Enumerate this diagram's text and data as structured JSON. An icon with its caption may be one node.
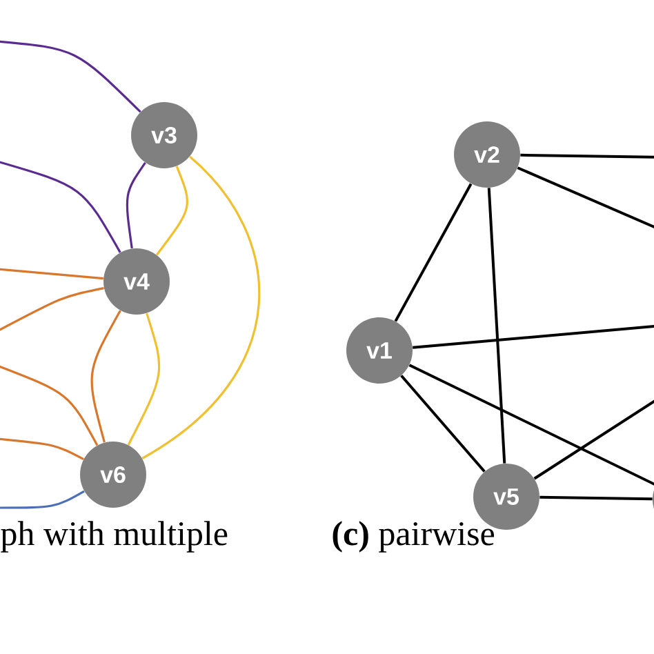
{
  "diagram": {
    "nodes": [
      {
        "text": [
          "v3"
        ]
      },
      {
        "text": [
          "v4"
        ]
      },
      {
        "text": [
          "v6"
        ]
      },
      {
        "text": [
          "v2"
        ]
      },
      {
        "text": [
          "v1"
        ]
      },
      {
        "text": [
          "v5"
        ]
      },
      {
        "text": [],
        "shape": "circle"
      }
    ],
    "edges": [
      {
        "from": null,
        "to": 0,
        "arrow": "none",
        "color": "#5b2c8f"
      },
      {
        "from": null,
        "to": 1,
        "arrow": "none",
        "color": "#5b2c8f"
      },
      {
        "from": 0,
        "to": 1,
        "arrow": "none",
        "color": "#5b2c8f"
      },
      {
        "from": 0,
        "to": 1,
        "arrow": "none",
        "color": "#f0c030"
      },
      {
        "from": 0,
        "to": 2,
        "arrow": "none",
        "color": "#f0c030"
      },
      {
        "from": 1,
        "to": 2,
        "arrow": "none",
        "color": "#f0c030"
      },
      {
        "from": null,
        "to": 1,
        "arrow": "none",
        "color": "#d9782d"
      },
      {
        "from": null,
        "to": 1,
        "arrow": "none",
        "color": "#d9782d"
      },
      {
        "from": 1,
        "to": 2,
        "arrow": "none",
        "color": "#d9782d"
      },
      {
        "from": null,
        "to": 2,
        "arrow": "none",
        "color": "#d9782d"
      },
      {
        "from": null,
        "to": 2,
        "arrow": "none",
        "color": "#d9782d"
      },
      {
        "from": null,
        "to": 2,
        "arrow": "none",
        "color": "#4a6fb5"
      },
      {
        "from": 3,
        "to": 4,
        "arrow": "none"
      },
      {
        "from": 3,
        "to": 5,
        "arrow": "none"
      },
      {
        "from": 3,
        "to": null,
        "arrow": "none"
      },
      {
        "from": 3,
        "to": null,
        "arrow": "none"
      },
      {
        "from": 4,
        "to": null,
        "arrow": "none"
      },
      {
        "from": 4,
        "to": 5,
        "arrow": "none"
      },
      {
        "from": 4,
        "to": 6,
        "arrow": "none"
      },
      {
        "from": 5,
        "to": null,
        "arrow": "none"
      },
      {
        "from": 5,
        "to": 6,
        "arrow": "none"
      }
    ],
    "labels": [
      "ph with multiple",
      "**(c)** pairwise"
    ]
  }
}
